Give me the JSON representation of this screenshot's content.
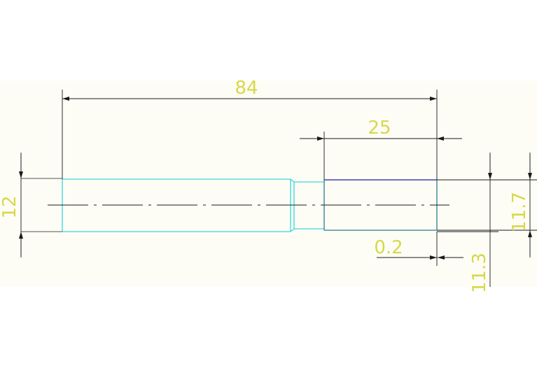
{
  "dimensions": {
    "overall_length": "84",
    "right_section_length": "25",
    "left_diameter": "12",
    "right_diameter": "11.7",
    "step_offset": "0.2",
    "lower_diameter": "11.3"
  },
  "colors": {
    "background": "#ffffff",
    "band": "#fdfdf6",
    "outline": "#38d8d8",
    "outline_dark": "#2a7f8a",
    "top_edge": "#4040b0",
    "dimension_line": "#1a1a1a",
    "dimension_text": "#d8d84a",
    "center_line": "#1a1a1a"
  }
}
